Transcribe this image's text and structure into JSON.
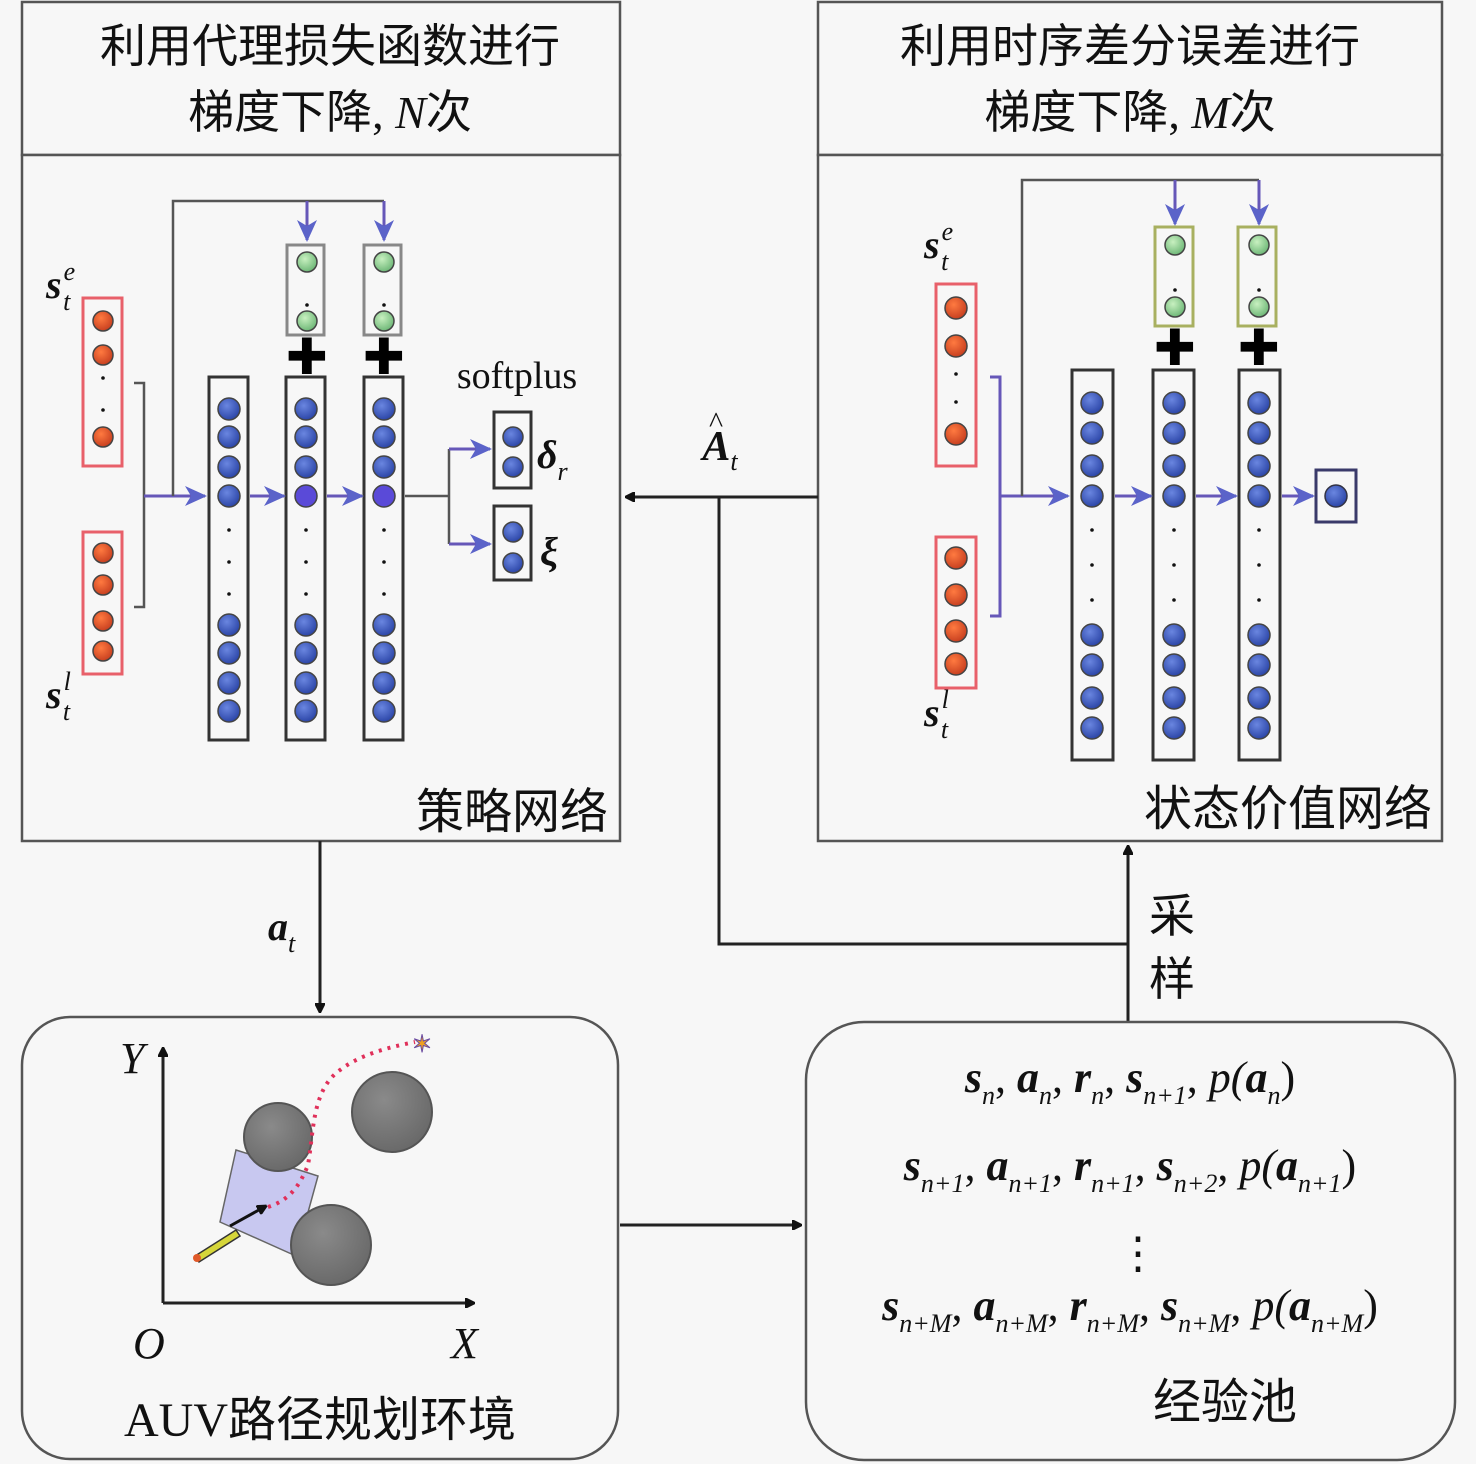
{
  "policy_panel": {
    "title_line1": "利用代理损失函数进行",
    "title_line2_prefix": "梯度下降, ",
    "title_line2_var": "N",
    "title_line2_suffix": "次",
    "network_label": "策略网络",
    "input_top_label": "s",
    "input_top_sup": "e",
    "input_top_sub": "t",
    "input_bottom_label": "s",
    "input_bottom_sup": "l",
    "input_bottom_sub": "t",
    "activation_label": "softplus",
    "output_1_label": "δ",
    "output_1_sub": "r",
    "output_2_label": "ξ"
  },
  "value_panel": {
    "title_line1": "利用时序差分误差进行",
    "title_line2_prefix": "梯度下降, ",
    "title_line2_var": "M",
    "title_line2_suffix": "次",
    "network_label": "状态价值网络",
    "input_top_label": "s",
    "input_top_sup": "e",
    "input_top_sub": "t",
    "input_bottom_label": "s",
    "input_bottom_sup": "l",
    "input_bottom_sub": "t"
  },
  "advantage_label": "A",
  "advantage_hat": "^",
  "advantage_sub": "t",
  "action_label": "a",
  "action_sub": "t",
  "sampling_label_1": "采",
  "sampling_label_2": "样",
  "environment": {
    "label": "AUV路径规划环境",
    "axis_y": "Y",
    "axis_x": "X",
    "origin": "O"
  },
  "replay_buffer": {
    "label": "经验池",
    "rows": [
      [
        [
          "s",
          "n"
        ],
        [
          "a",
          "n"
        ],
        [
          "r",
          "n"
        ],
        [
          "s",
          "n+1"
        ],
        [
          "p(a",
          "n",
          ")"
        ]
      ],
      [
        [
          "s",
          "n+1"
        ],
        [
          "a",
          "n+1"
        ],
        [
          "r",
          "n+1"
        ],
        [
          "s",
          "n+2"
        ],
        [
          "p(a",
          "n+1",
          ")"
        ]
      ],
      "⋮",
      [
        [
          "s",
          "n+M"
        ],
        [
          "a",
          "n+M"
        ],
        [
          "r",
          "n+M"
        ],
        [
          "s",
          "n+M"
        ],
        [
          "p(a",
          "n+M",
          ")"
        ]
      ]
    ],
    "row_texts": [
      "s_n, a_n, r_n, s_{n+1}, p(a_n)",
      "s_{n+1}, a_{n+1}, r_{n+1}, s_{n+2}, p(a_{n+1})",
      "⋮",
      "s_{n+M}, a_{n+M}, r_{n+M}, s_{n+M}, p(a_{n+M})"
    ]
  },
  "colors": {
    "input_node": "#e05a2a",
    "hidden_node": "#3f5fc8",
    "residual_node": "#8fd08a",
    "input_box": "#e8606a",
    "trajectory": "#e0305a",
    "obstacle": "#777777",
    "sensor_fan": "#c8c8f0"
  }
}
